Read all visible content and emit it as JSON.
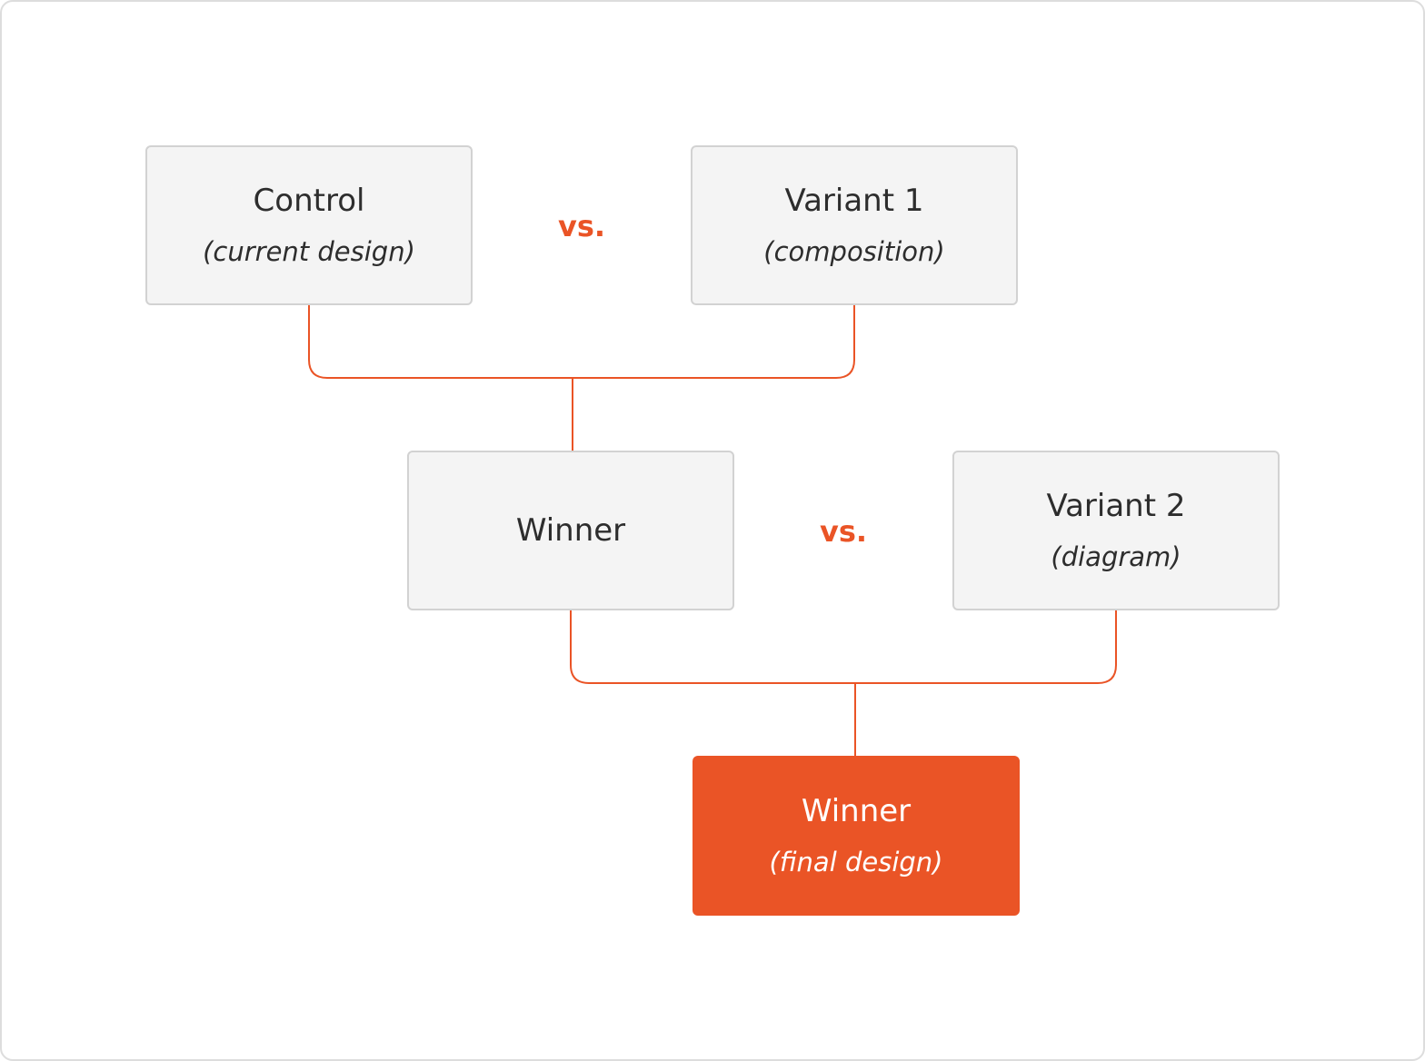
{
  "colors": {
    "accent": "#ea5426",
    "node_fill": "#f4f4f4",
    "node_border": "#d2d2d2",
    "text": "#2d2d2d",
    "final_text": "#ffffff"
  },
  "round1": {
    "control": {
      "title": "Control",
      "subtitle": "(current design)"
    },
    "vs": "vs.",
    "variant1": {
      "title": "Variant 1",
      "subtitle": "(composition)"
    }
  },
  "round2": {
    "winner": {
      "title": "Winner"
    },
    "vs": "vs.",
    "variant2": {
      "title": "Variant 2",
      "subtitle": "(diagram)"
    }
  },
  "final": {
    "title": "Winner",
    "subtitle": "(final design)"
  }
}
